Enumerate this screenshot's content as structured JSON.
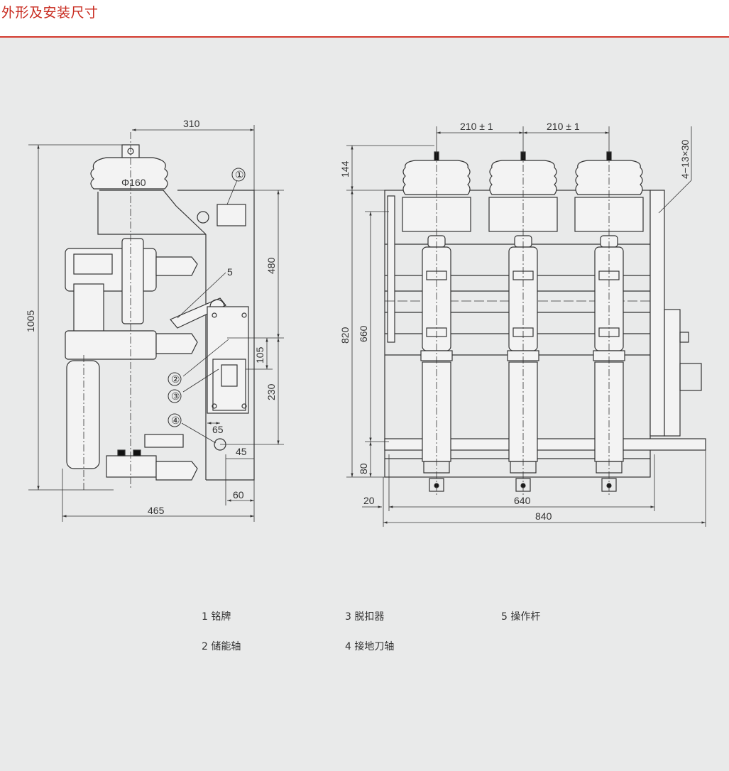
{
  "header": {
    "title": "外形及安装尺寸"
  },
  "side_view": {
    "dims": {
      "width_top": "310",
      "height_total": "1005",
      "h480": "480",
      "h105": "105",
      "h230": "230",
      "w65": "65",
      "w45": "45",
      "w60": "60",
      "width_bottom": "465",
      "phi": "Φ160"
    },
    "callouts": [
      "①",
      "5",
      "②",
      "③",
      "④"
    ]
  },
  "front_view": {
    "dims": {
      "pitch_left": "210 ± 1",
      "pitch_right": "210 ± 1",
      "holes": "4−13×30",
      "h144": "144",
      "h820": "820",
      "h660": "660",
      "h80": "80",
      "w20": "20",
      "w640": "640",
      "w840": "840"
    }
  },
  "legend": {
    "item1": "1 铭牌",
    "item2": "2 储能轴",
    "item3": "3 脱扣器",
    "item4": "4 接地刀轴",
    "item5": "5 操作杆"
  },
  "colors": {
    "accent": "#c8291e",
    "background": "#e9eaea",
    "line": "#333333"
  }
}
